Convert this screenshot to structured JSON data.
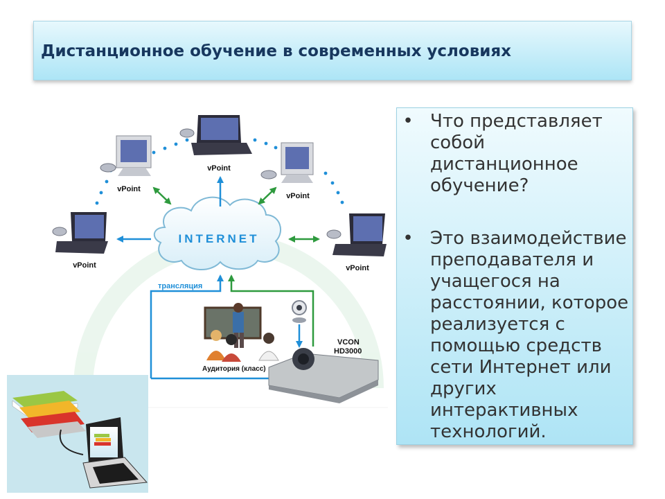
{
  "title": "Дистанционное обучение в современных условиях",
  "diagram": {
    "internet_label": "INTERNET",
    "node_label": "vPoint",
    "broadcast_label": "трансляция",
    "classroom_label": "Аудитория (класс)",
    "device_label_line1": "VCON",
    "device_label_line2": "HD3000",
    "accent_blue": "#1f8fd8",
    "accent_green": "#2e9a3e"
  },
  "bullets": [
    {
      "marker": "•",
      "text": "Что представляет\nсобой\nдистанционное\nобучение?"
    },
    {
      "marker": "•",
      "text": "Это взаимодействие\nпреподавателя и\nучащегося на\nрасстоянии, которое\nреализуется с\nпомощью средств\nсети Интернет или\nдругих\nинтерактивных\nтехнологий."
    }
  ]
}
